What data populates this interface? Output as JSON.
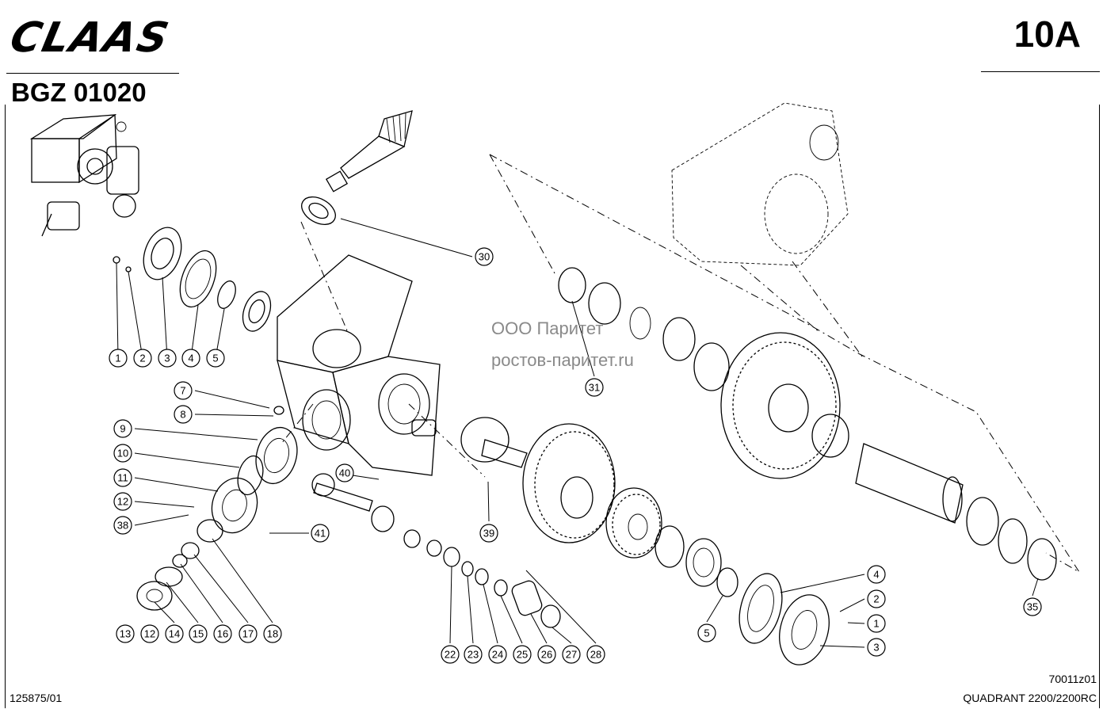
{
  "header": {
    "brand": "CLAAS",
    "page_number": "10A",
    "assembly_code": "BGZ 01020"
  },
  "watermark": {
    "line1": "ООО Паритет",
    "line2": "ростов-паритет.ru"
  },
  "footer": {
    "drawing_no": "125875/01",
    "figure_id": "70011z01",
    "model": "QUADRANT 2200/2200RC"
  },
  "callouts": [
    "1",
    "2",
    "3",
    "4",
    "5",
    "7",
    "8",
    "9",
    "10",
    "11",
    "12",
    "38",
    "40",
    "41",
    "39",
    "13",
    "12",
    "14",
    "15",
    "16",
    "17",
    "18",
    "22",
    "23",
    "24",
    "25",
    "26",
    "27",
    "28",
    "30",
    "31",
    "4",
    "2",
    "1",
    "3",
    "5",
    "35"
  ],
  "icons": [
    "gearbox-assembly-icon",
    "housing-icon",
    "gear-icon",
    "shaft-icon",
    "bearing-icon",
    "seal-ring-icon"
  ]
}
